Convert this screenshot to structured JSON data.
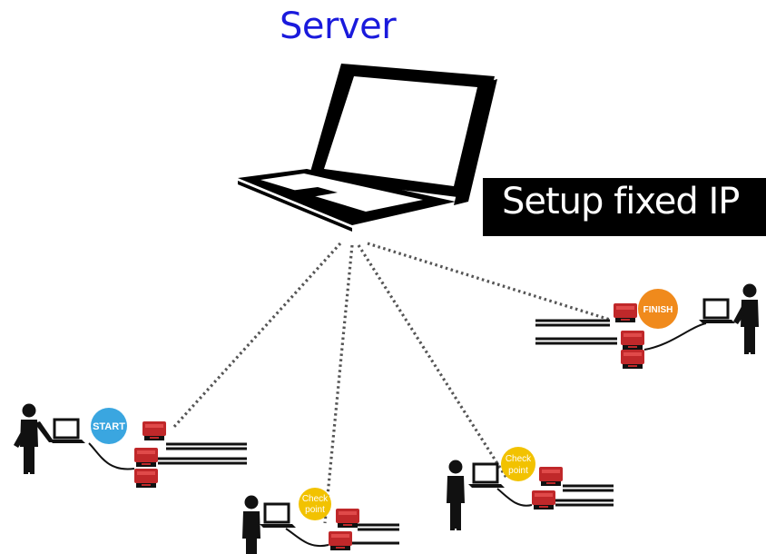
{
  "server_label": "Server",
  "setup_label": "Setup fixed IP",
  "stations": {
    "start": {
      "badge": "START",
      "badge_color": "#3aa6e0"
    },
    "checkpoint1": {
      "badge_line1": "Check",
      "badge_line2": "point",
      "badge_color": "#f2c200"
    },
    "checkpoint2": {
      "badge_line1": "Check",
      "badge_line2": "point",
      "badge_color": "#f2c200"
    },
    "finish": {
      "badge": "FINISH",
      "badge_color": "#f08a1c"
    }
  },
  "colors": {
    "server_text": "#1a1adc",
    "device_red": "#c0282a",
    "link_dots": "#555555"
  },
  "icons": [
    "laptop-icon",
    "person-icon",
    "timing-device-icon",
    "track-lines"
  ]
}
